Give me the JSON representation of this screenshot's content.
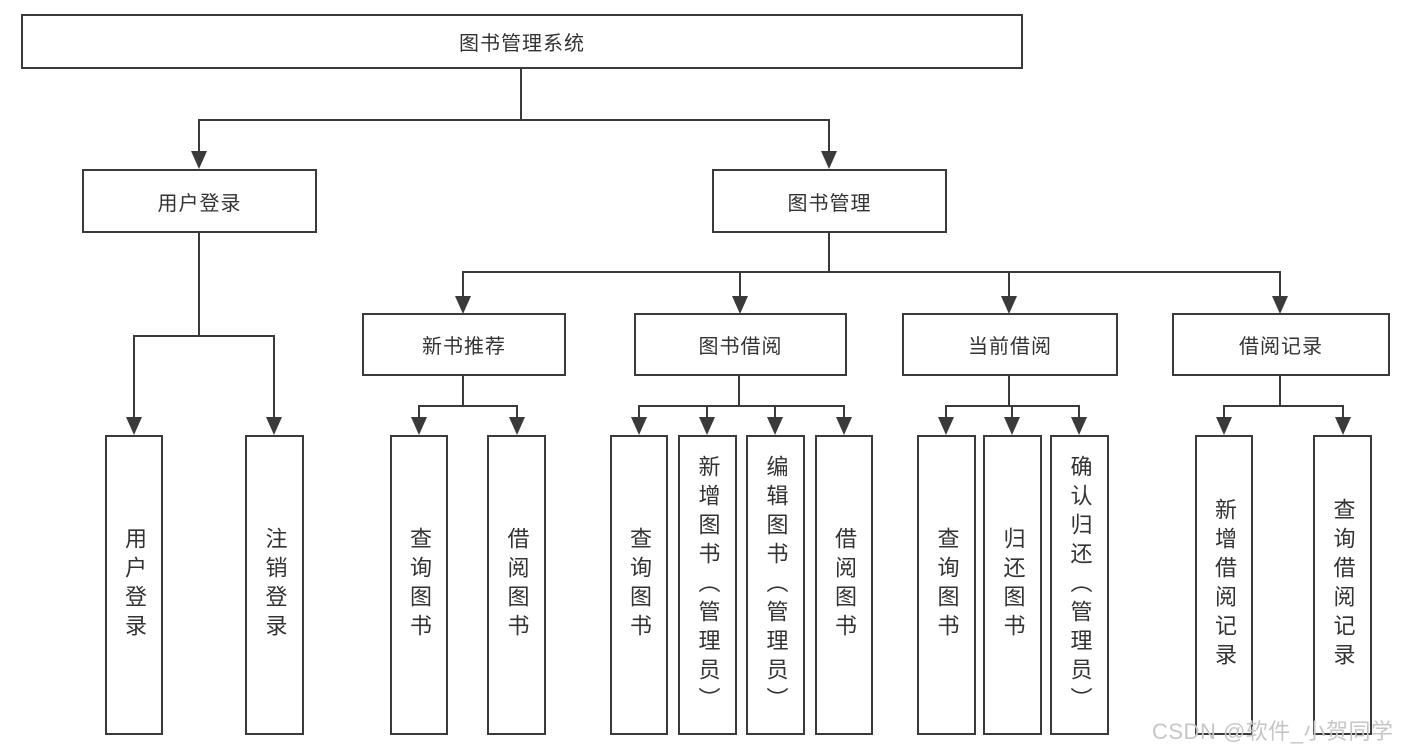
{
  "diagram_type": "hierarchy-tree",
  "tree": {
    "root": {
      "label": "图书管理系统",
      "children": [
        {
          "label": "用户登录",
          "children": [
            {
              "label": "用户登录"
            },
            {
              "label": "注销登录"
            }
          ]
        },
        {
          "label": "图书管理",
          "children": [
            {
              "label": "新书推荐",
              "children": [
                {
                  "label": "查询图书"
                },
                {
                  "label": "借阅图书"
                }
              ]
            },
            {
              "label": "图书借阅",
              "children": [
                {
                  "label": "查询图书"
                },
                {
                  "label": "新增图书（管理员）"
                },
                {
                  "label": "编辑图书（管理员）"
                },
                {
                  "label": "借阅图书"
                }
              ]
            },
            {
              "label": "当前借阅",
              "children": [
                {
                  "label": "查询图书"
                },
                {
                  "label": "归还图书"
                },
                {
                  "label": "确认归还（管理员）"
                }
              ]
            },
            {
              "label": "借阅记录",
              "children": [
                {
                  "label": "新增借阅记录"
                },
                {
                  "label": "查询借阅记录"
                }
              ]
            }
          ]
        }
      ]
    }
  },
  "watermark": {
    "text": "CSDN @软件_小贺同学"
  },
  "colors": {
    "line": "#3a3a3a",
    "text": "#333333",
    "box_fill": "#ffffff",
    "background": "#ffffff",
    "watermark": "#c6c6c6"
  }
}
